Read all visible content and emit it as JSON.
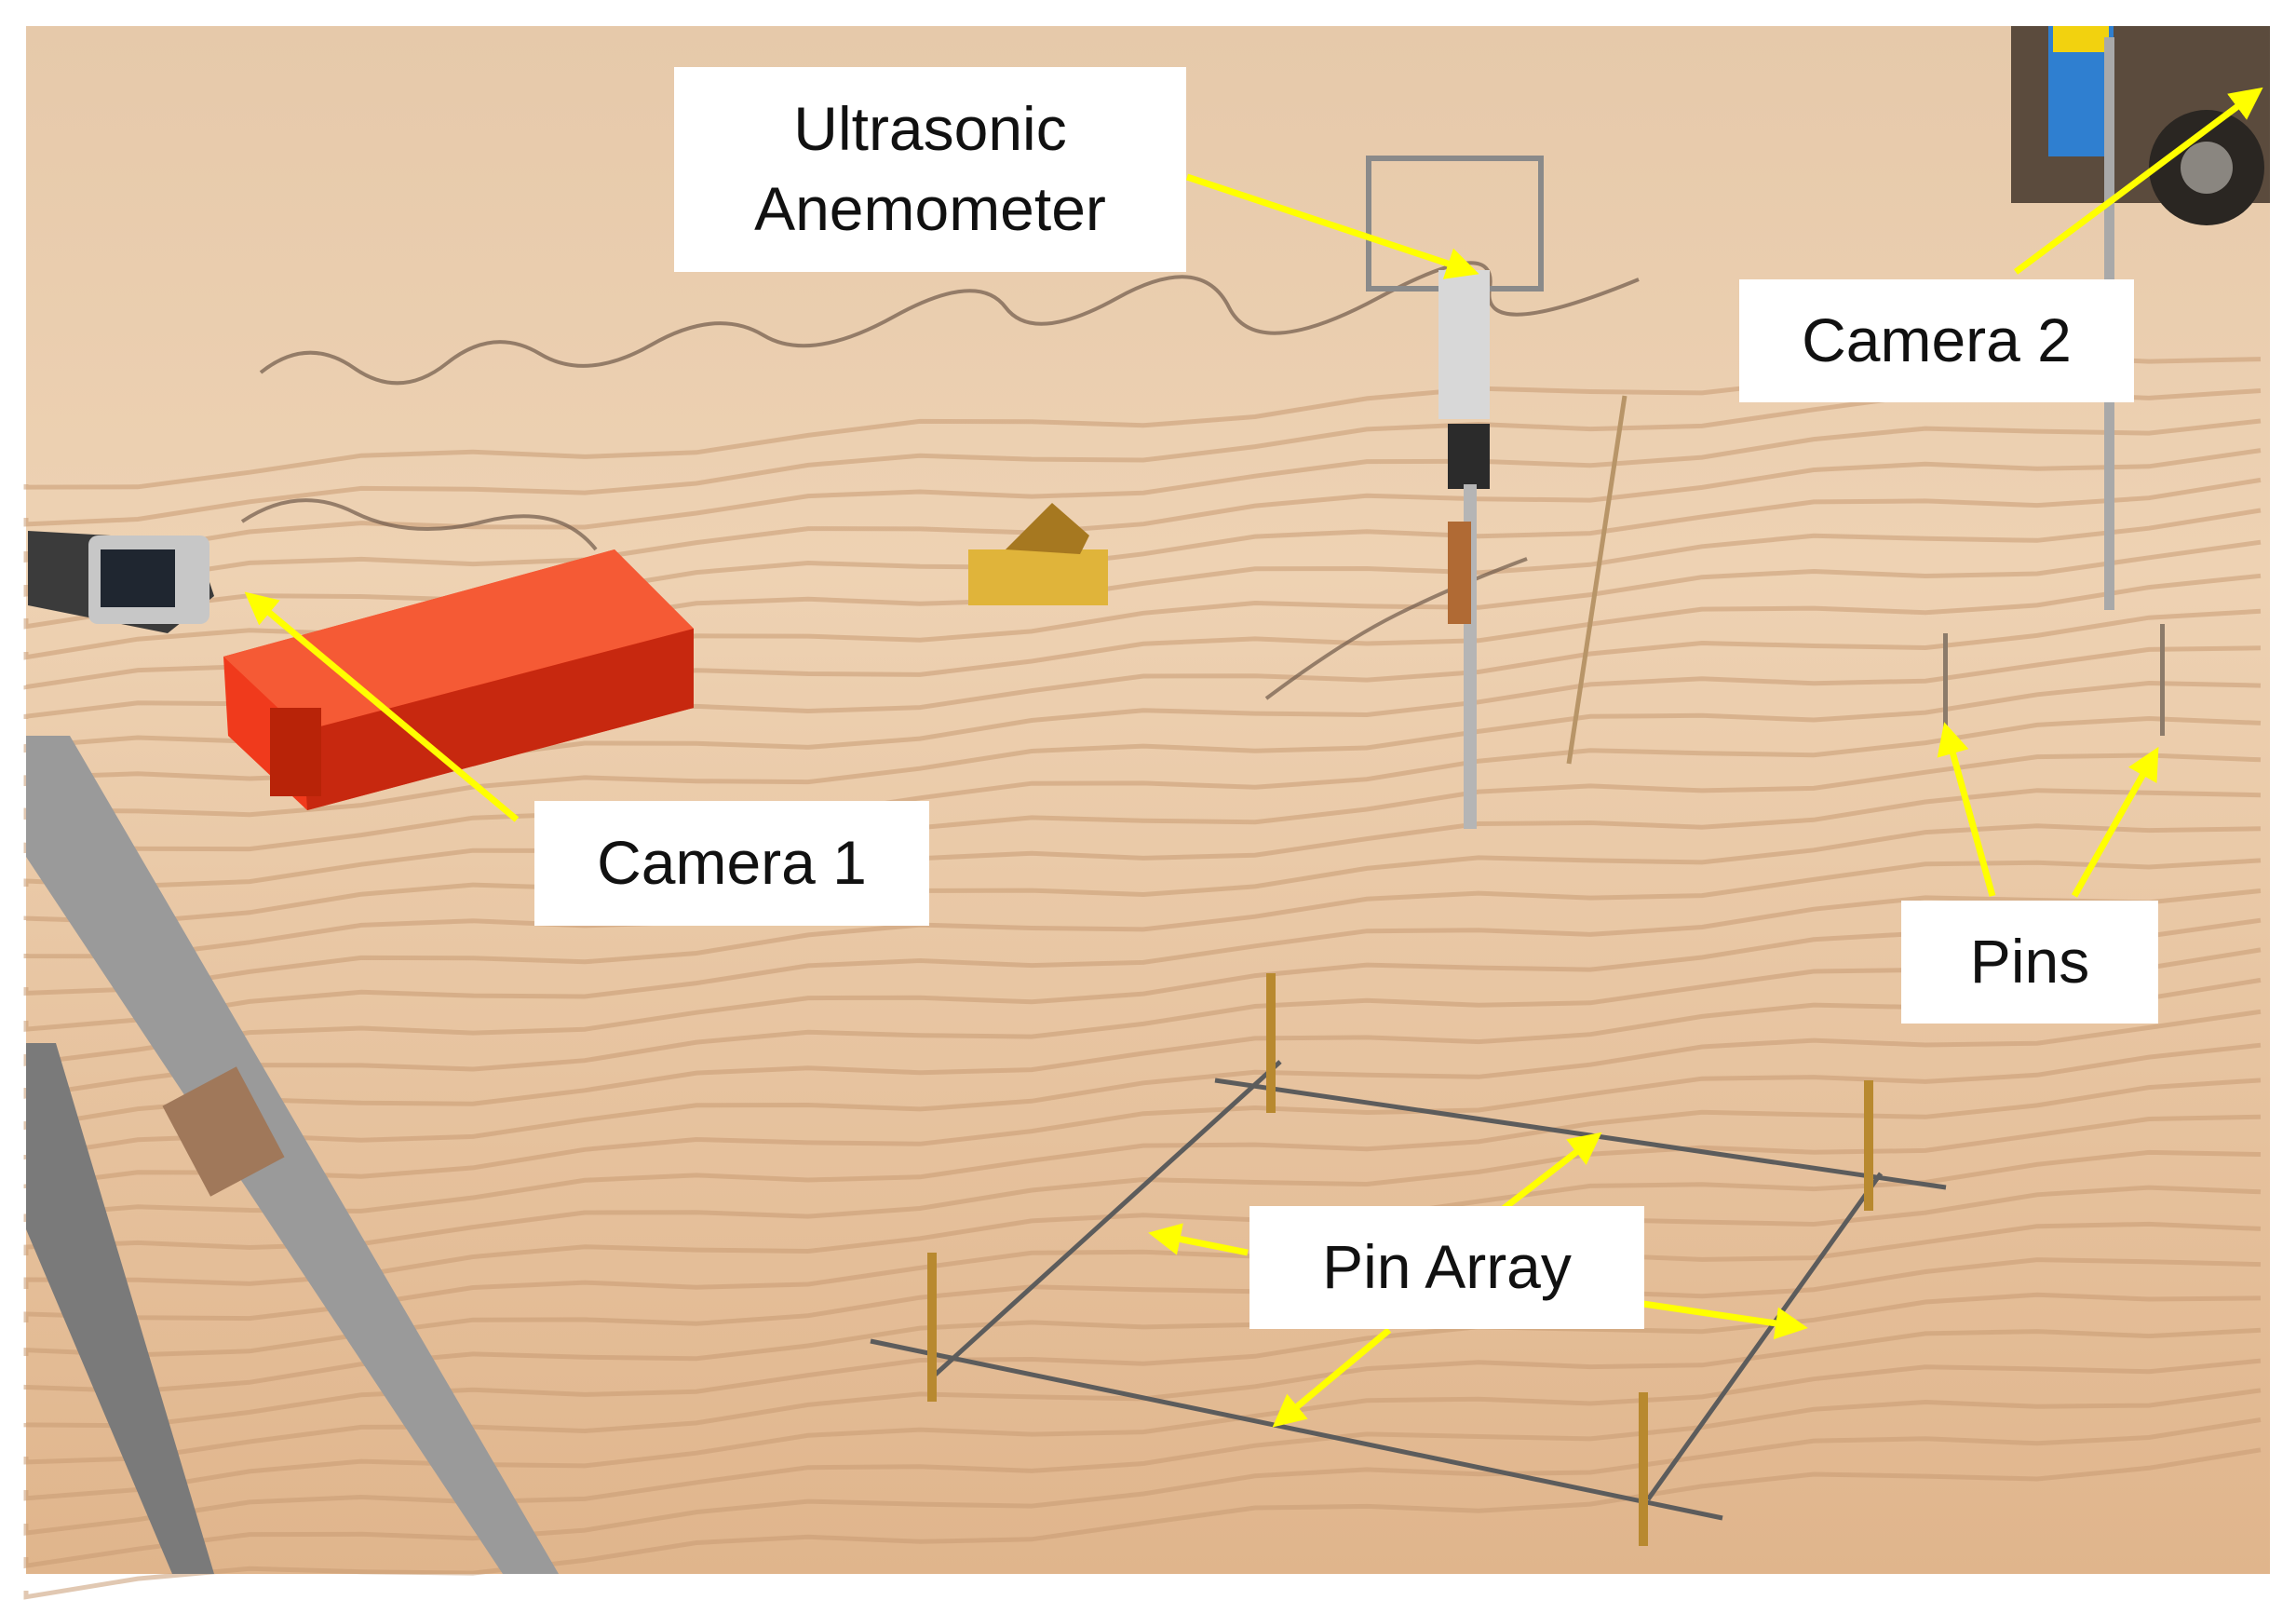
{
  "photo": {
    "colors": {
      "sand_light": "#eed2b3",
      "sand_mid": "#e2bb95",
      "sand_dark": "#c99c74",
      "ripple": "#b98c64",
      "box_red": "#f03a1c",
      "box_red_dark": "#c7280f",
      "arrow": "#ffff00",
      "pole": "#a9a9a9",
      "frame": "#5c5c5c",
      "brass": "#b8892f",
      "tripod": "#9a9a9a"
    }
  },
  "labels": {
    "anemometer_line1": "Ultrasonic",
    "anemometer_line2": "Anemometer",
    "camera2": "Camera 2",
    "camera1": "Camera 1",
    "pins": "Pins",
    "pin_array": "Pin Array"
  }
}
